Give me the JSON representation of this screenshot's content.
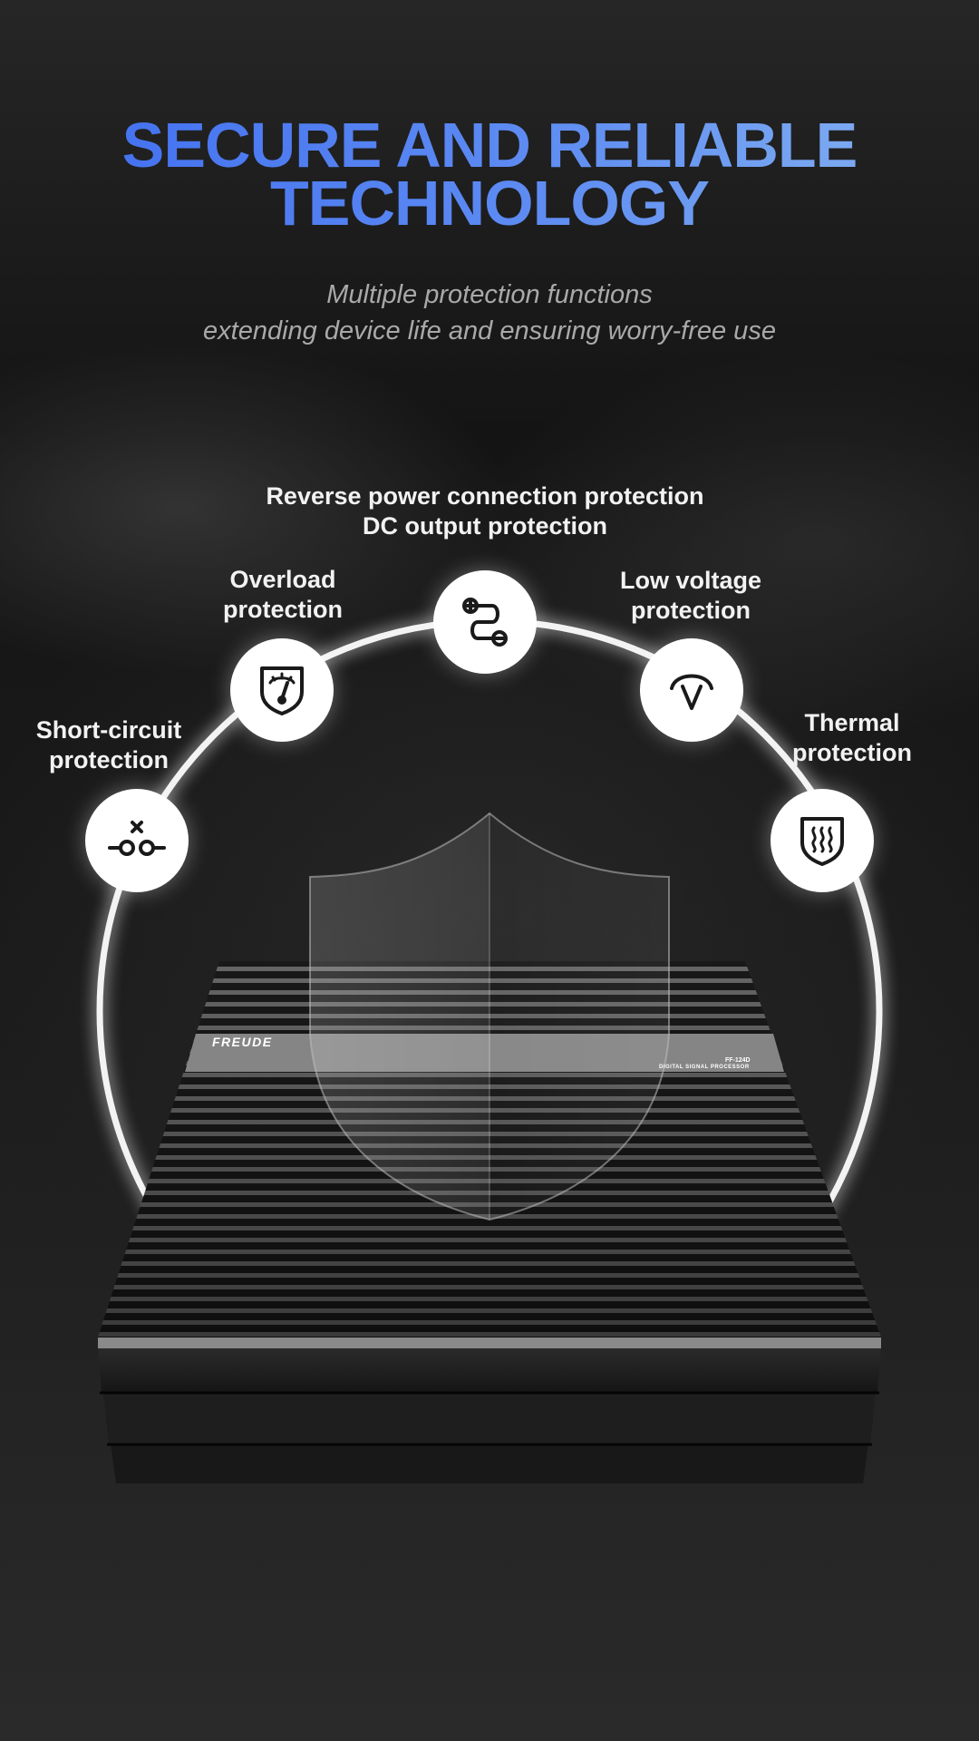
{
  "header": {
    "title_line1": "SECURE AND RELIABLE",
    "title_line2": "TECHNOLOGY",
    "subtitle_line1": "Multiple protection functions",
    "subtitle_line2": "extending device life and ensuring worry-free use"
  },
  "features": {
    "reverse_power": {
      "line1": "Reverse power connection protection",
      "line2": "DC output protection",
      "icon": "polarity-route-icon"
    },
    "overload": {
      "line1": "Overload",
      "line2": "protection",
      "icon": "shield-gauge-icon"
    },
    "low_voltage": {
      "line1": "Low voltage",
      "line2": "protection",
      "icon": "arc-v-icon"
    },
    "short_circuit": {
      "line1": "Short-circuit",
      "line2": "protection",
      "icon": "broken-circuit-icon"
    },
    "thermal": {
      "line1": "Thermal",
      "line2": "protection",
      "icon": "shield-heat-icon"
    }
  },
  "device": {
    "brand": "FREUDE",
    "model": "FF-124D",
    "model_desc": "DIGITAL SIGNAL PROCESSOR"
  },
  "colors": {
    "title_gradient_start": "#3e6cf0",
    "title_gradient_end": "#86b4f0",
    "ring_glow": "#ffffff",
    "subtitle": "#a9a9a9"
  }
}
